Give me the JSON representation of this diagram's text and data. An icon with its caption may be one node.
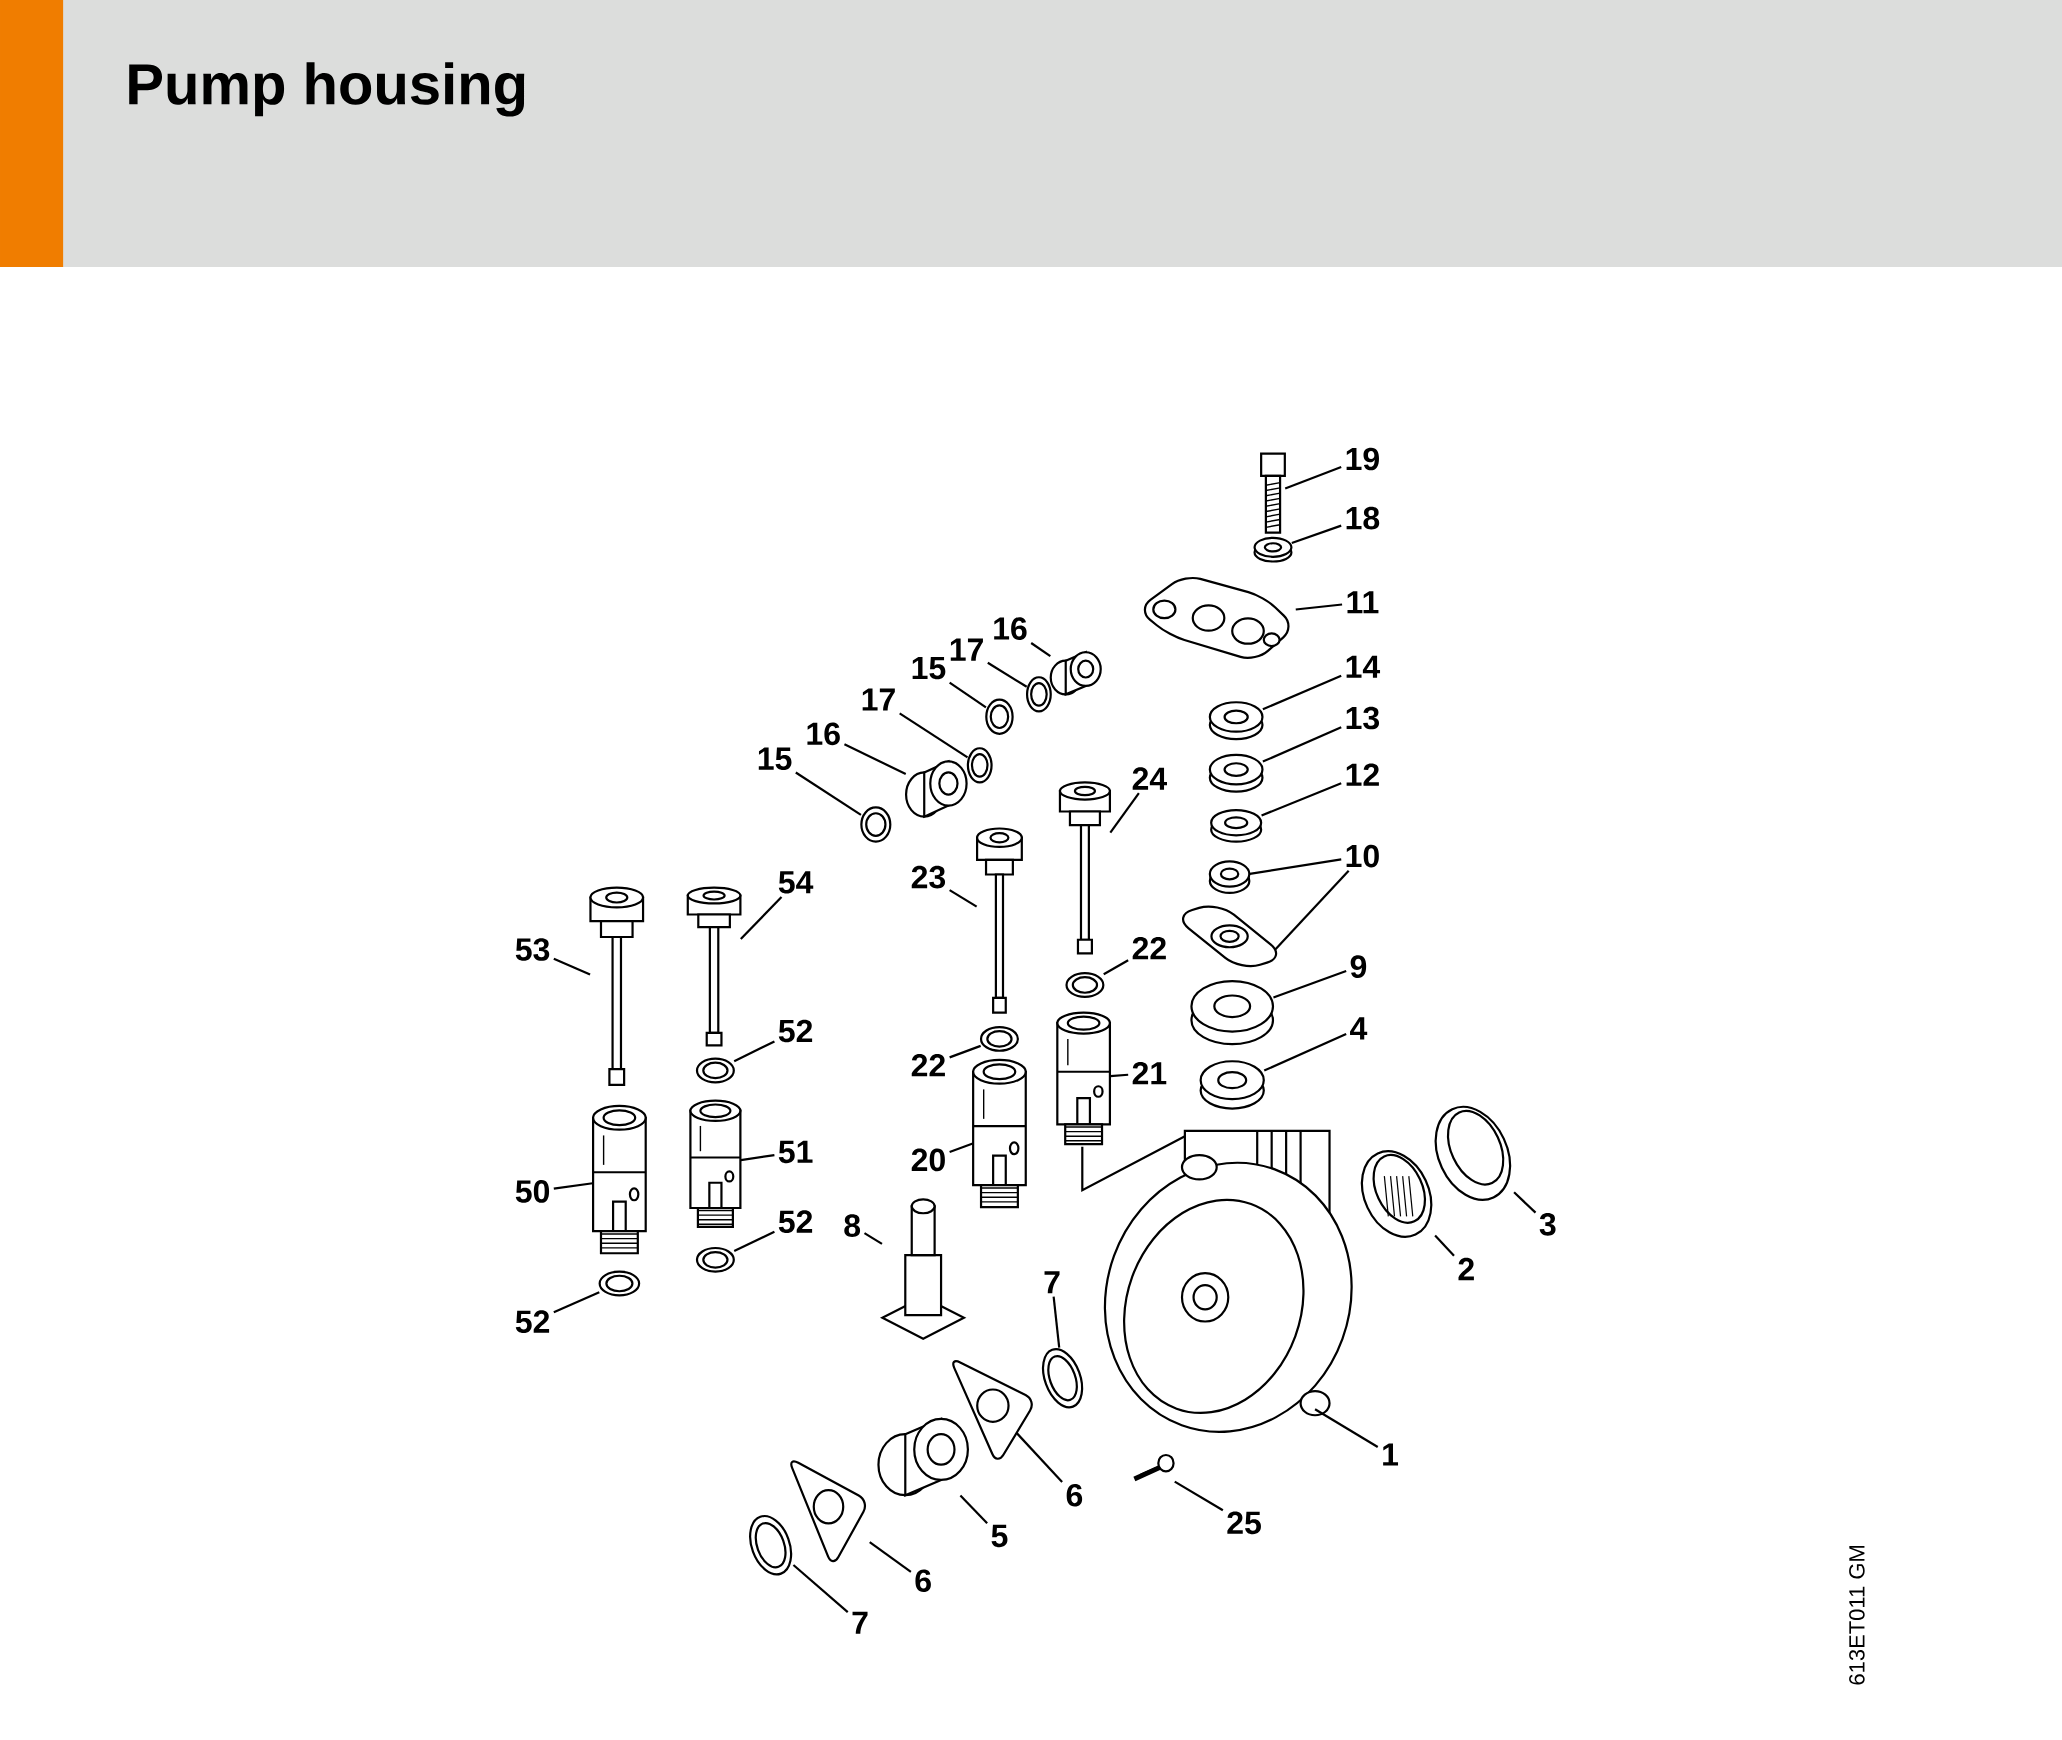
{
  "diagram": {
    "title": "Pump housing",
    "nodes": [
      {
        "text": [
          "19"
        ]
      },
      {
        "text": [
          "18"
        ]
      },
      {
        "text": [
          "11"
        ]
      },
      {
        "text": [
          "16"
        ]
      },
      {
        "text": [
          "17"
        ]
      },
      {
        "text": [
          "14"
        ]
      },
      {
        "text": [
          "15"
        ]
      },
      {
        "text": [
          "17"
        ]
      },
      {
        "text": [
          "13"
        ]
      },
      {
        "text": [
          "16"
        ]
      },
      {
        "text": [
          "15"
        ]
      },
      {
        "text": [
          "12"
        ]
      },
      {
        "text": [
          "24"
        ]
      },
      {
        "text": [
          "10"
        ]
      },
      {
        "text": [
          "23"
        ]
      },
      {
        "text": [
          "54"
        ]
      },
      {
        "text": [
          "53"
        ]
      },
      {
        "text": [
          "22"
        ]
      },
      {
        "text": [
          "9"
        ]
      },
      {
        "text": [
          "4"
        ]
      },
      {
        "text": [
          "52"
        ]
      },
      {
        "text": [
          "22"
        ]
      },
      {
        "text": [
          "21"
        ]
      },
      {
        "text": [
          "51"
        ]
      },
      {
        "text": [
          "20"
        ]
      },
      {
        "text": [
          "50"
        ]
      },
      {
        "text": [
          "52"
        ]
      },
      {
        "text": [
          "3"
        ]
      },
      {
        "text": [
          "8"
        ]
      },
      {
        "text": [
          "2"
        ]
      },
      {
        "text": [
          "7"
        ]
      },
      {
        "text": [
          "52"
        ]
      },
      {
        "text": [
          "1"
        ]
      },
      {
        "text": [
          "6"
        ]
      },
      {
        "text": [
          "25"
        ]
      },
      {
        "text": [
          "5"
        ]
      },
      {
        "text": [
          "6"
        ]
      },
      {
        "text": [
          "7"
        ]
      },
      {
        "text": [],
        "shape": "picture"
      },
      {
        "text": [],
        "shape": "picture"
      },
      {
        "text": [],
        "shape": "picture"
      },
      {
        "text": [],
        "shape": "picture"
      },
      {
        "text": [],
        "shape": "picture"
      },
      {
        "text": [],
        "shape": "picture"
      },
      {
        "text": [],
        "shape": "picture"
      },
      {
        "text": [],
        "shape": "picture"
      },
      {
        "text": [],
        "shape": "picture"
      },
      {
        "text": [],
        "shape": "picture"
      },
      {
        "text": [],
        "shape": "picture"
      },
      {
        "text": [],
        "shape": "picture"
      },
      {
        "text": [],
        "shape": "picture"
      },
      {
        "text": [],
        "shape": "picture"
      },
      {
        "text": [],
        "shape": "picture"
      },
      {
        "text": [],
        "shape": "picture"
      },
      {
        "text": [],
        "shape": "picture"
      },
      {
        "text": [],
        "shape": "picture"
      },
      {
        "text": [],
        "shape": "picture"
      },
      {
        "text": [],
        "shape": "picture"
      },
      {
        "text": [],
        "shape": "picture"
      },
      {
        "text": [],
        "shape": "picture"
      },
      {
        "text": [],
        "shape": "picture"
      },
      {
        "text": [],
        "shape": "picture"
      },
      {
        "text": [],
        "shape": "picture"
      },
      {
        "text": [],
        "shape": "picture"
      },
      {
        "text": [],
        "shape": "picture"
      },
      {
        "text": [],
        "shape": "picture"
      },
      {
        "text": [],
        "shape": "picture"
      },
      {
        "text": [],
        "shape": "picture"
      },
      {
        "text": [],
        "shape": "picture"
      },
      {
        "text": [],
        "shape": "picture"
      },
      {
        "text": [],
        "shape": "picture"
      },
      {
        "text": [],
        "shape": "picture"
      },
      {
        "text": [],
        "shape": "picture"
      },
      {
        "text": [],
        "shape": "picture"
      },
      {
        "text": [],
        "shape": "picture"
      },
      {
        "text": [],
        "shape": "picture"
      },
      {
        "text": [],
        "shape": "picture"
      }
    ],
    "edges": [
      {
        "from": 0,
        "to": 38,
        "arrow": "none"
      },
      {
        "from": 1,
        "to": 39,
        "arrow": "none"
      },
      {
        "from": 2,
        "to": 40,
        "arrow": "none"
      },
      {
        "from": 3,
        "to": 41,
        "arrow": "none"
      },
      {
        "from": 4,
        "to": 42,
        "arrow": "none"
      },
      {
        "from": 5,
        "to": 43,
        "arrow": "none"
      },
      {
        "from": 6,
        "to": 44,
        "arrow": "none"
      },
      {
        "from": 7,
        "to": 45,
        "arrow": "none"
      },
      {
        "from": 8,
        "to": 46,
        "arrow": "none"
      },
      {
        "from": 9,
        "to": 47,
        "arrow": "none"
      },
      {
        "from": 10,
        "to": 48,
        "arrow": "none"
      },
      {
        "from": 11,
        "to": 49,
        "arrow": "none"
      },
      {
        "from": 12,
        "to": 50,
        "arrow": "none"
      },
      {
        "from": 13,
        "to": 51,
        "arrow": "none"
      },
      {
        "from": 13,
        "to": 52,
        "arrow": "none"
      },
      {
        "from": 14,
        "to": 53,
        "arrow": "none"
      },
      {
        "from": 15,
        "to": 54,
        "arrow": "none"
      },
      {
        "from": 16,
        "to": 55,
        "arrow": "none"
      },
      {
        "from": 17,
        "to": 56,
        "arrow": "none"
      },
      {
        "from": 18,
        "to": 57,
        "arrow": "none"
      },
      {
        "from": 19,
        "to": 58,
        "arrow": "none"
      },
      {
        "from": 20,
        "to": 59,
        "arrow": "none"
      },
      {
        "from": 21,
        "to": 60,
        "arrow": "none"
      },
      {
        "from": 22,
        "to": 61,
        "arrow": "none"
      },
      {
        "from": 23,
        "to": 62,
        "arrow": "none"
      },
      {
        "from": 24,
        "to": 63,
        "arrow": "none"
      },
      {
        "from": 25,
        "to": 64,
        "arrow": "none"
      },
      {
        "from": 26,
        "to": 65,
        "arrow": "none"
      },
      {
        "from": 27,
        "to": 66,
        "arrow": "none"
      },
      {
        "from": 28,
        "to": 67,
        "arrow": "none"
      },
      {
        "from": 29,
        "to": 68,
        "arrow": "none"
      },
      {
        "from": 30,
        "to": 69,
        "arrow": "none"
      },
      {
        "from": 31,
        "to": 70,
        "arrow": "none"
      },
      {
        "from": 32,
        "to": 71,
        "arrow": "none"
      },
      {
        "from": 33,
        "to": 72,
        "arrow": "none"
      },
      {
        "from": 34,
        "to": 73,
        "arrow": "none"
      },
      {
        "from": 35,
        "to": 74,
        "arrow": "none"
      },
      {
        "from": 36,
        "to": 75,
        "arrow": "none"
      },
      {
        "from": 37,
        "to": 76,
        "arrow": "none"
      }
    ],
    "labels": [
      "613ET011 GM"
    ]
  }
}
